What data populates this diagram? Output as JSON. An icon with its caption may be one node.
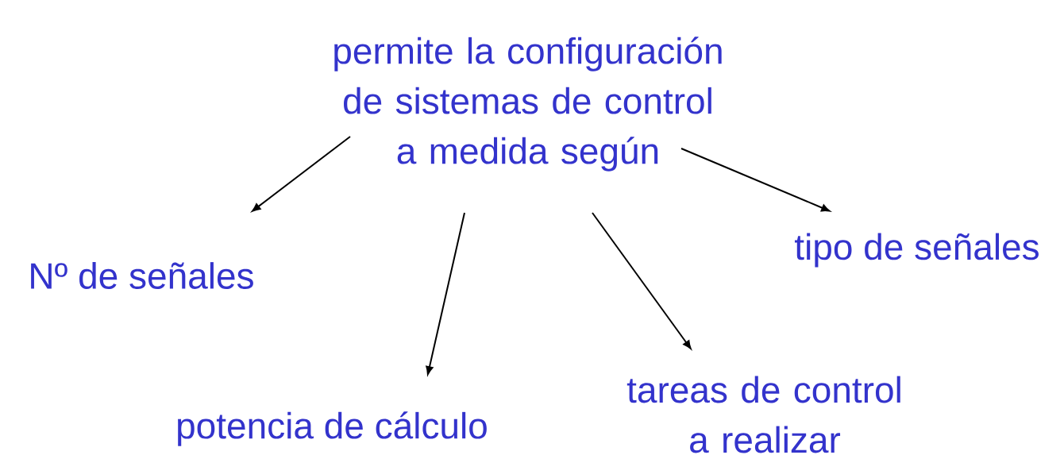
{
  "diagram": {
    "nodes": [
      {
        "text": [
          "permite la configuración de sistemas de control a medida según"
        ]
      },
      {
        "text": [
          "Nº de señales"
        ]
      },
      {
        "text": [
          "potencia de cálculo"
        ]
      },
      {
        "text": [
          "tareas de control a realizar"
        ]
      },
      {
        "text": [
          "tipo de señales"
        ]
      }
    ],
    "edges": [
      {
        "from": 0,
        "to": 1,
        "arrow": "to"
      },
      {
        "from": 0,
        "to": 2,
        "arrow": "to"
      },
      {
        "from": 0,
        "to": 3,
        "arrow": "to"
      },
      {
        "from": 0,
        "to": 4,
        "arrow": "to"
      }
    ]
  }
}
